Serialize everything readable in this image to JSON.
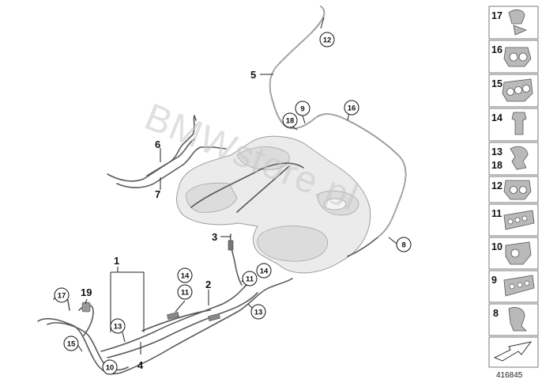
{
  "watermark": "BMWstore.pl",
  "catalog_number": "416845",
  "callouts": {
    "c1": "1",
    "c2": "2",
    "c3": "3",
    "c4": "4",
    "c5": "5",
    "c6": "6",
    "c7": "7",
    "c8": "8",
    "c9": "9",
    "c10": "10",
    "c11a": "11",
    "c11b": "11",
    "c12": "12",
    "c13a": "13",
    "c13b": "13",
    "c14a": "14",
    "c14b": "14",
    "c15": "15",
    "c16": "16",
    "c17": "17",
    "c18": "18",
    "c19": "19"
  },
  "legend": [
    {
      "label": "17",
      "icon": "spring-clip-icon"
    },
    {
      "label": "16",
      "icon": "double-clip-icon"
    },
    {
      "label": "15",
      "icon": "triple-clip-icon"
    },
    {
      "label": "14",
      "icon": "grommet-icon"
    },
    {
      "label": "13",
      "label2": "18",
      "icon": "pipe-clip-icon"
    },
    {
      "label": "12",
      "icon": "double-clip-icon"
    },
    {
      "label": "11",
      "icon": "multi-clip-icon"
    },
    {
      "label": "10",
      "icon": "holder-clip-icon"
    },
    {
      "label": "9",
      "icon": "multi-clip-icon"
    },
    {
      "label": "8",
      "icon": "single-clip-icon"
    }
  ],
  "colors": {
    "pipe": "#5a5a5a",
    "tank": "#ebebeb",
    "watermark": "#c8c8c8"
  }
}
